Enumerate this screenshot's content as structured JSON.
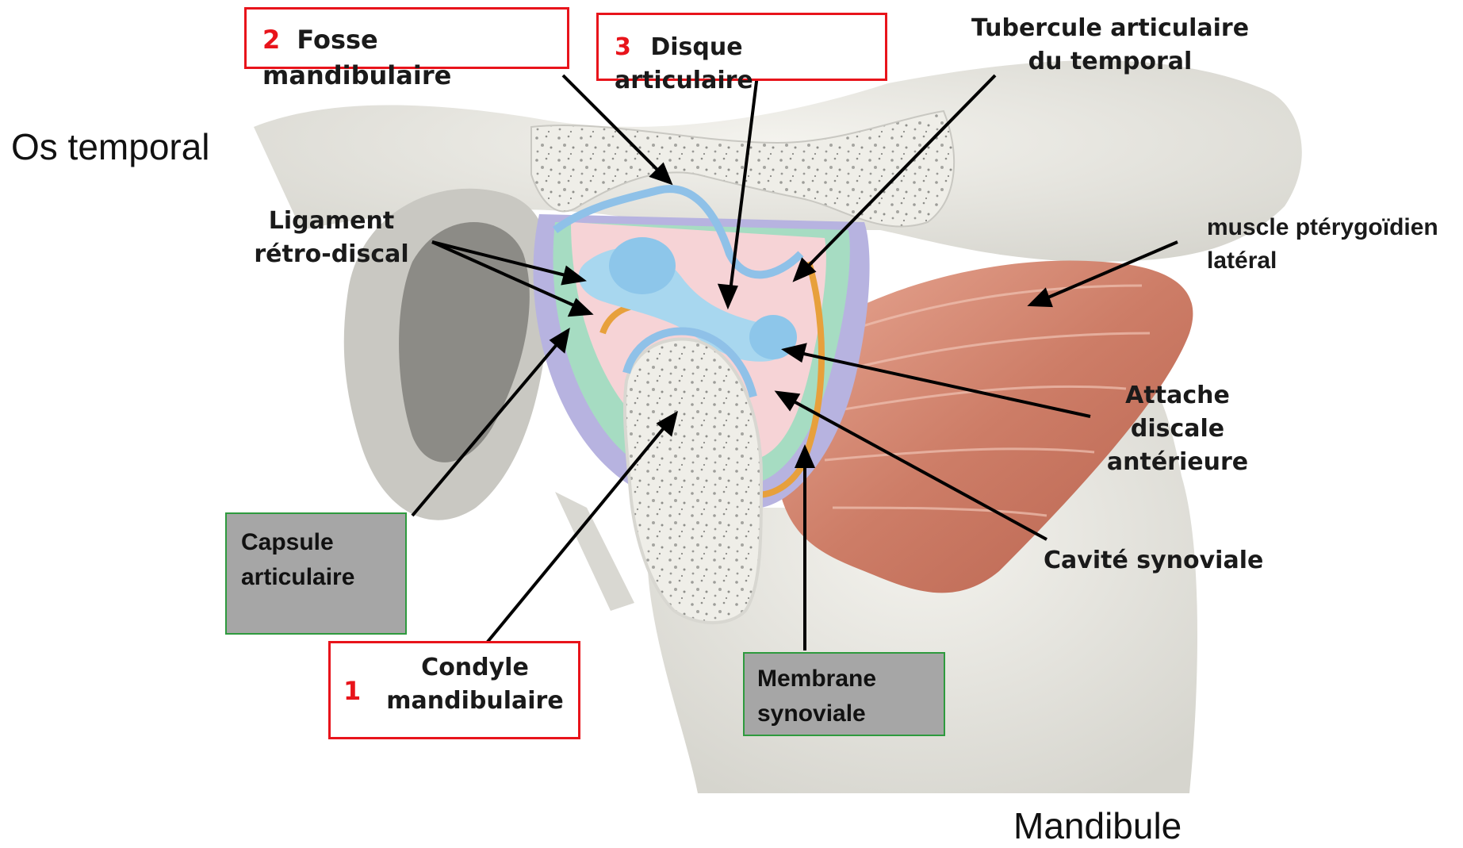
{
  "labels": {
    "os_temporal": "Os temporal",
    "mandibule": "Mandibule",
    "fosse": {
      "num": "2",
      "text": "Fosse mandibulaire"
    },
    "disque": {
      "num": "3",
      "text": "Disque articulaire"
    },
    "condyle": {
      "num": "1",
      "line1": "Condyle",
      "line2": "mandibulaire"
    },
    "tubercule": {
      "line1": "Tubercule  articulaire",
      "line2": "du temporal"
    },
    "ligament": {
      "line1": "Ligament",
      "line2": "rétro-discal"
    },
    "muscle": {
      "line1": "muscle ptérygoïdien",
      "line2": "latéral"
    },
    "attache": {
      "line1": "Attache discale",
      "line2": "antérieure"
    },
    "cavite": "Cavité synoviale",
    "capsule": {
      "line1": "Capsule",
      "line2": "articulaire"
    },
    "membrane": {
      "line1": "Membrane",
      "line2": "synoviale"
    }
  },
  "colors": {
    "highlight_border": "#e8141b",
    "gray_box": "#a6a6a6",
    "gray_box_border": "#2e9a3e"
  }
}
